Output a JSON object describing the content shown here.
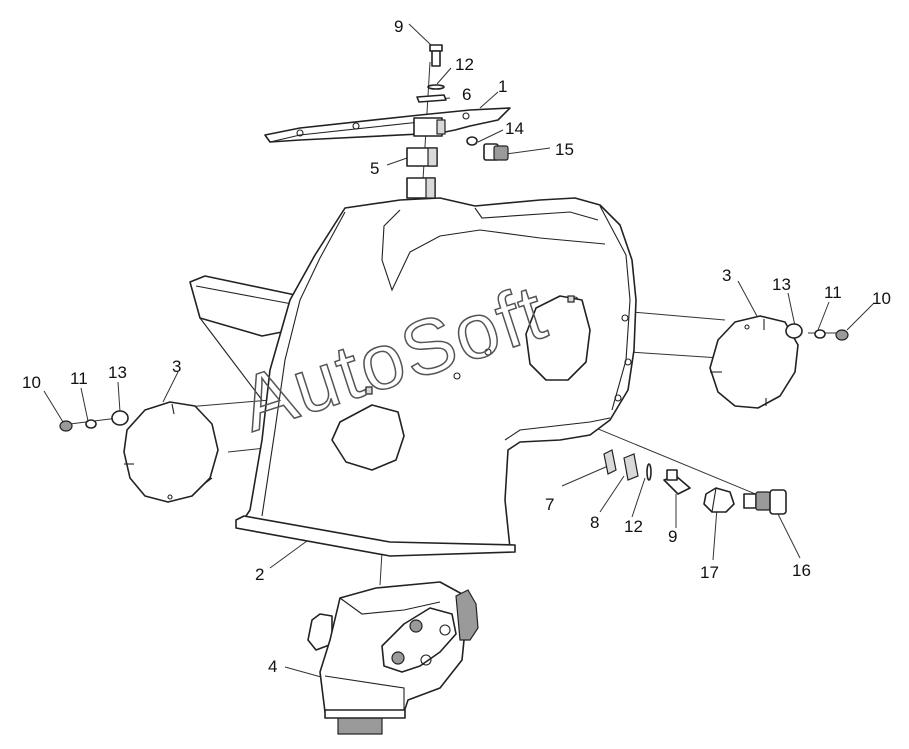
{
  "watermark": "AutoSoft",
  "callouts": [
    {
      "id": "c9a",
      "text": "9"
    },
    {
      "id": "c12a",
      "text": "12"
    },
    {
      "id": "c1",
      "text": "1"
    },
    {
      "id": "c6",
      "text": "6"
    },
    {
      "id": "c14",
      "text": "14"
    },
    {
      "id": "c15",
      "text": "15"
    },
    {
      "id": "c5",
      "text": "5"
    },
    {
      "id": "c3r",
      "text": "3"
    },
    {
      "id": "c13r",
      "text": "13"
    },
    {
      "id": "c11r",
      "text": "11"
    },
    {
      "id": "c10r",
      "text": "10"
    },
    {
      "id": "c10l",
      "text": "10"
    },
    {
      "id": "c11l",
      "text": "11"
    },
    {
      "id": "c13l",
      "text": "13"
    },
    {
      "id": "c3l",
      "text": "3"
    },
    {
      "id": "c7",
      "text": "7"
    },
    {
      "id": "c8",
      "text": "8"
    },
    {
      "id": "c12b",
      "text": "12"
    },
    {
      "id": "c9b",
      "text": "9"
    },
    {
      "id": "c17",
      "text": "17"
    },
    {
      "id": "c16",
      "text": "16"
    },
    {
      "id": "c2",
      "text": "2"
    },
    {
      "id": "c4",
      "text": "4"
    }
  ]
}
